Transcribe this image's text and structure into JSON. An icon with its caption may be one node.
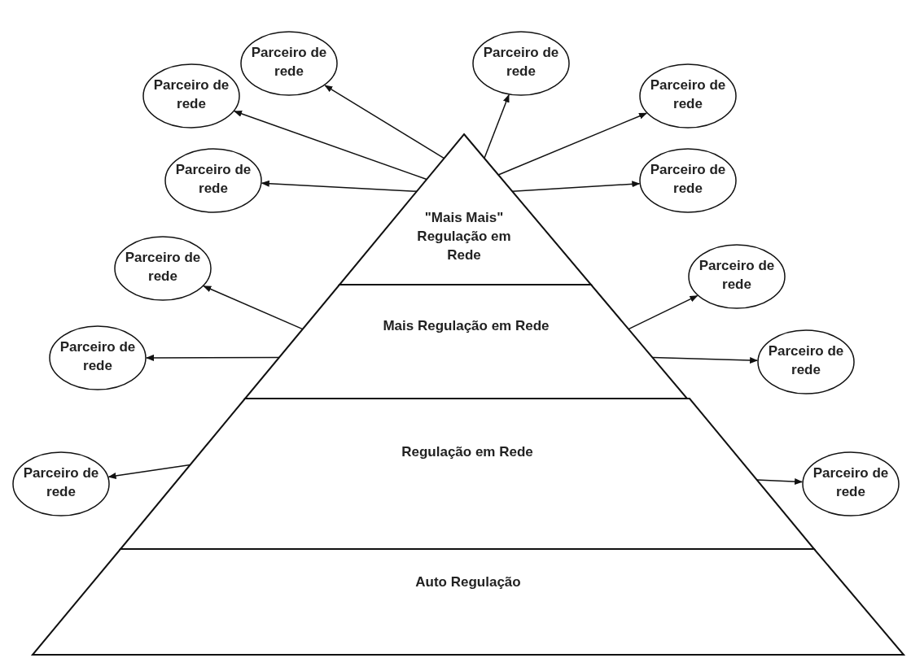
{
  "diagram": {
    "nodes": [
      {
        "text": [
          "\"Mais Mais\" Regulação em Rede"
        ]
      },
      {
        "text": [
          "Mais Regulação em Rede"
        ]
      },
      {
        "text": [
          "Regulação em Rede"
        ]
      },
      {
        "text": [
          "Auto Regulação"
        ]
      },
      {
        "text": [
          "Parceiro de rede"
        ]
      },
      {
        "text": [
          "Parceiro de rede"
        ]
      },
      {
        "text": [
          "Parceiro de rede"
        ]
      },
      {
        "text": [
          "Parceiro de rede"
        ]
      },
      {
        "text": [
          "Parceiro de rede"
        ]
      },
      {
        "text": [
          "Parceiro de rede"
        ]
      },
      {
        "text": [
          "Parceiro de rede"
        ]
      },
      {
        "text": [
          "Parceiro de rede"
        ]
      },
      {
        "text": [
          "Parceiro de rede"
        ]
      },
      {
        "text": [
          "Parceiro de rede"
        ]
      },
      {
        "text": [
          "Parceiro de rede"
        ]
      },
      {
        "text": [
          "Parceiro de rede"
        ]
      }
    ],
    "edges": [
      {
        "from": 0,
        "to": 4,
        "arrow": "to"
      },
      {
        "from": 0,
        "to": 5,
        "arrow": "to"
      },
      {
        "from": 0,
        "to": 6,
        "arrow": "to"
      },
      {
        "from": 0,
        "to": 7,
        "arrow": "to"
      },
      {
        "from": 0,
        "to": 8,
        "arrow": "to"
      },
      {
        "from": 0,
        "to": 9,
        "arrow": "to"
      },
      {
        "from": 1,
        "to": 10,
        "arrow": "to"
      },
      {
        "from": 1,
        "to": 11,
        "arrow": "to"
      },
      {
        "from": 1,
        "to": 12,
        "arrow": "to"
      },
      {
        "from": 1,
        "to": 13,
        "arrow": "to"
      },
      {
        "from": 2,
        "to": 14,
        "arrow": "to"
      },
      {
        "from": 2,
        "to": 15,
        "arrow": "to"
      }
    ]
  }
}
